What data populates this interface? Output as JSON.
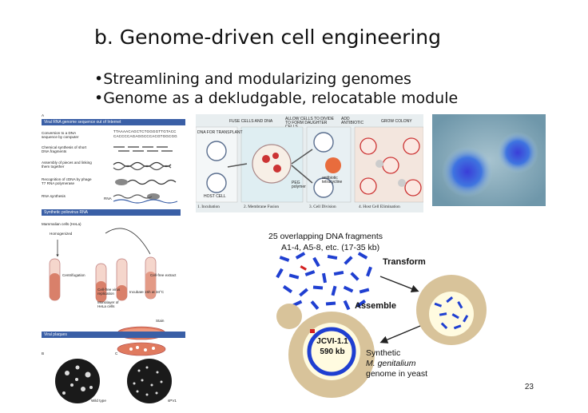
{
  "slide": {
    "title": "b. Genome-driven cell engineering",
    "bullets": [
      "•Streamlining and modularizing genomes",
      "•Genome as a dekludgable, relocatable module"
    ],
    "page_number": "23"
  },
  "panel_a": {
    "letter_a": "A",
    "bar_top": "Viral RNA genome sequence out of Internet",
    "steps": [
      "Conversion to a DNA sequence by computer",
      "Chemical synthesis of short DNA fragments",
      "Assembly of pieces and linking them together",
      "Recognition of cDNA by phage T7 RNA polymerase",
      "RNA synthesis"
    ],
    "seq1": "TTAAAACAGCTCTGGGGTTGTACC",
    "seq2": "CACCCCAGAGGCCCACGTGGCGG",
    "rna_label": "RNA",
    "bar_mid": "Synthetic poliovirus RNA",
    "cell_labels": [
      "Mammalian cells (HeLa)",
      "Homogenized",
      "Centrifugation",
      "Cell-free extract"
    ],
    "incubate": "Incubate 15h at 34°C",
    "cellfree": "Cell-free virus replication",
    "monolayer": "Monolayer of HeLa cells",
    "wash": "Stain",
    "bar_bottom": "Viral plaques",
    "letter_b": "B",
    "letter_c": "C",
    "wild_type": "Wild type",
    "spv1": "sPV1"
  },
  "fusion": {
    "header": [
      "FUSE CELLS AND DNA",
      "ALLOW CELLS TO DIVIDE TO FORM DAUGHTER CELLS",
      "ADD ANTIBIOTIC",
      "GROW COLONY"
    ],
    "dna_for_transplant": "DNA FOR TRANSPLANT",
    "host_cell": "HOST CELL",
    "peg": "PEG polymer",
    "antibiotic": "antibiotic tetracycline",
    "stages": [
      "1. Incubation",
      "2. Membrane Fusion",
      "3. Cell Division",
      "4. Host Cell Elimination"
    ]
  },
  "synthetic": {
    "fragments": "25 overlapping DNA fragments",
    "fragments_sub": "A1-4, A5-8, etc. (17-35 kb)",
    "transform": "Transform",
    "assemble": "Assemble",
    "jcvi_name": "JCVI-1.1",
    "jcvi_size": "590 kb",
    "caption1": "Synthetic",
    "caption2": "M. genitalium",
    "caption3": "genome in yeast"
  },
  "colors": {
    "accent_blue": "#1f3fd1",
    "yeast_tan": "#d8c39a",
    "bar_blue": "#3a5fa6",
    "tube_red": "#d9806a"
  }
}
